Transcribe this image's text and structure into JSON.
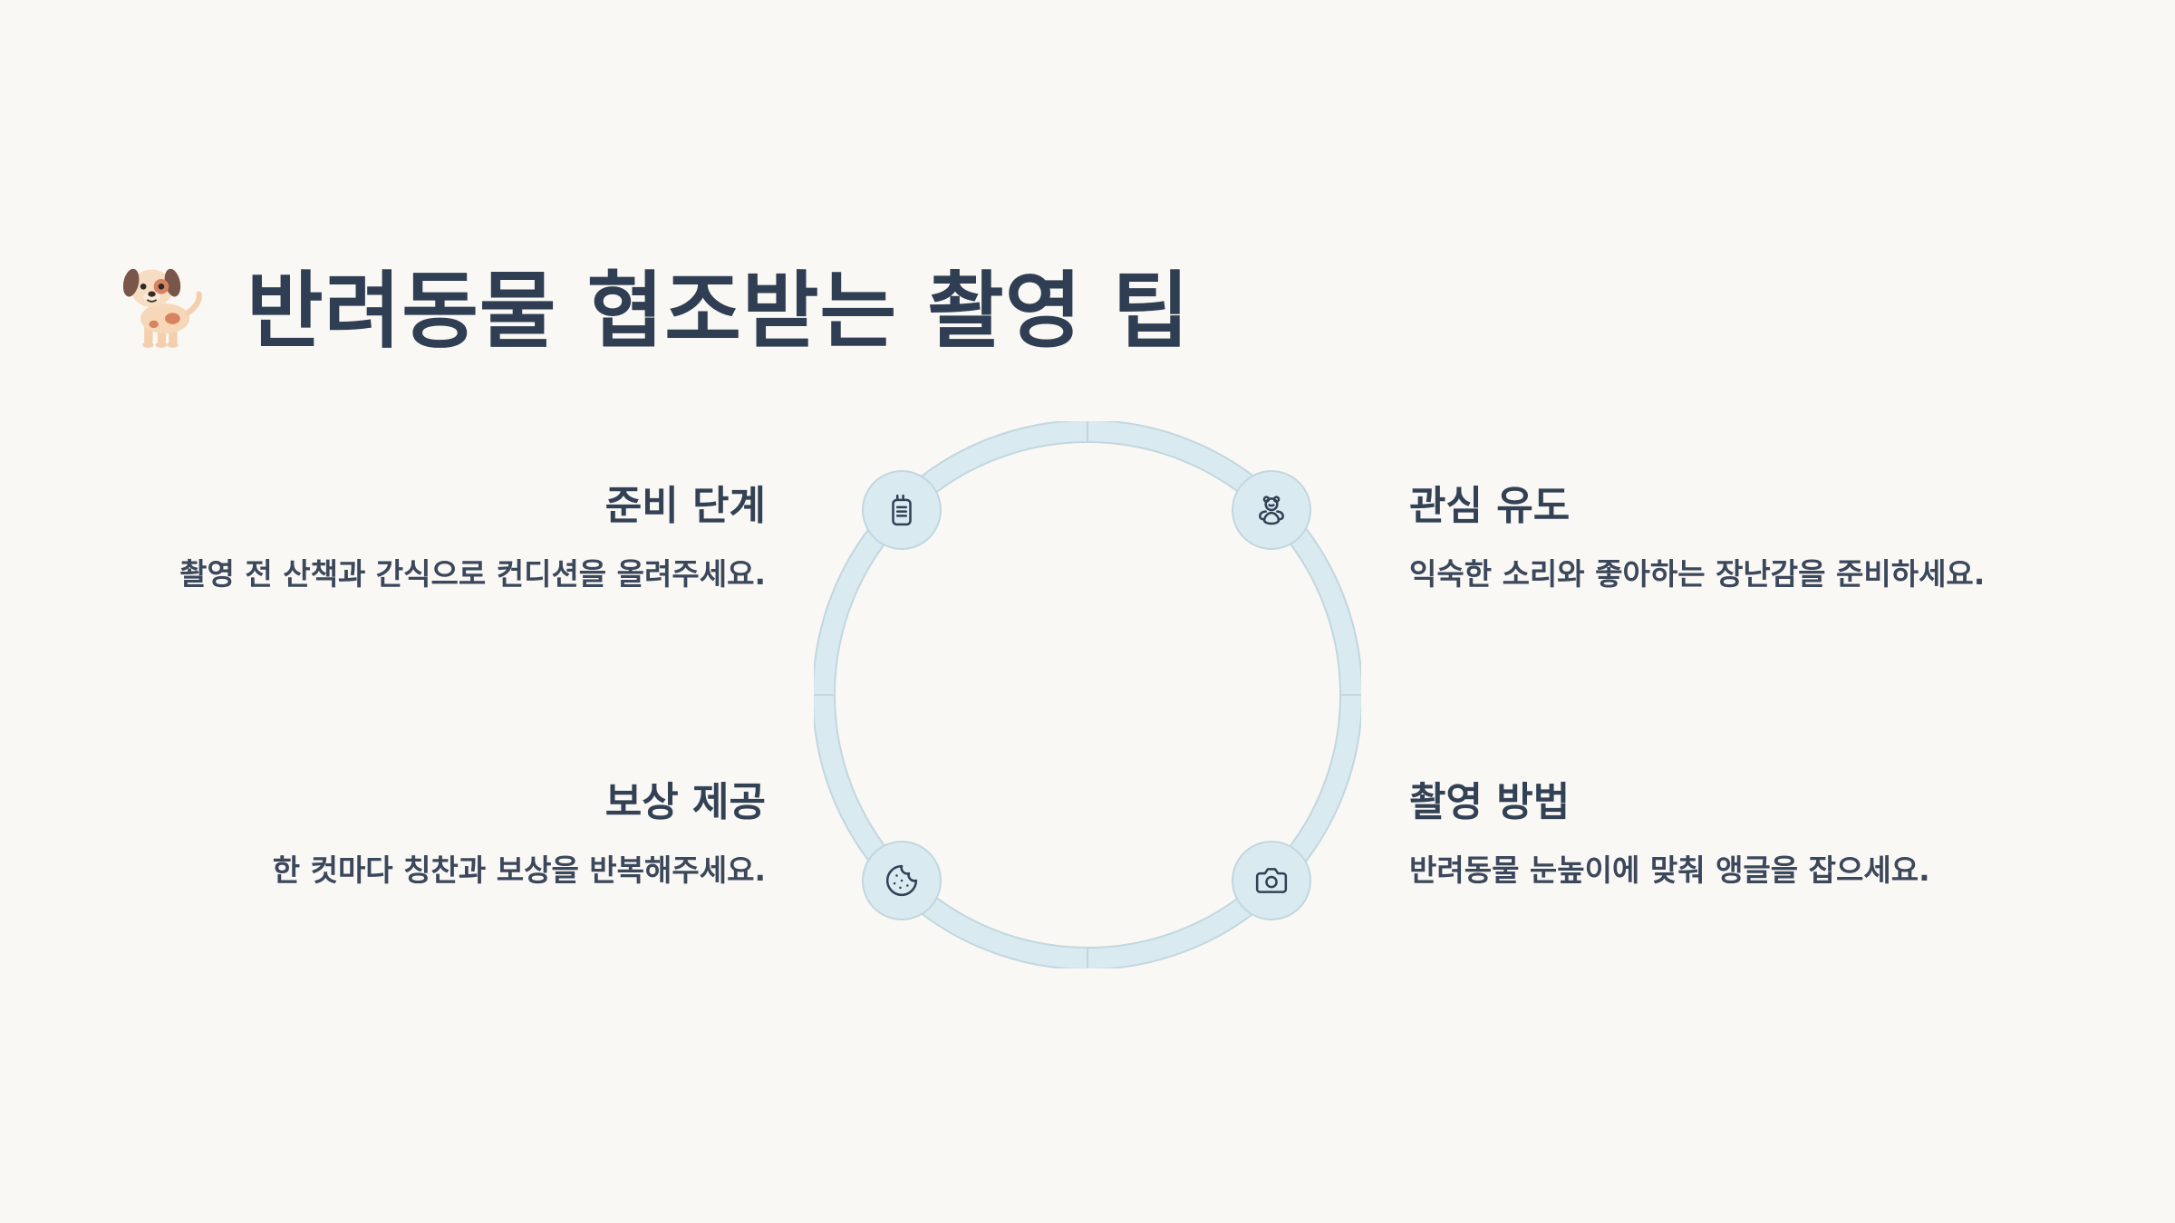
{
  "title": {
    "text": "반려동물 협조받는 촬영 팁",
    "emoji_icon": "dog-icon"
  },
  "cycle": {
    "ring_color": "#d9eaf0",
    "ring_stroke_color": "#c2d7de",
    "steps": [
      {
        "title": "준비 단계",
        "description": "촬영 전 산책과 간식으로 컨디션을 올려주세요.",
        "icon": "walkie-talkie-icon"
      },
      {
        "title": "관심 유도",
        "description": "익숙한 소리와 좋아하는 장난감을 준비하세요.",
        "icon": "teddy-bear-icon"
      },
      {
        "title": "촬영 방법",
        "description": "반려동물 눈높이에 맞춰 앵글을 잡으세요.",
        "icon": "camera-icon"
      },
      {
        "title": "보상 제공",
        "description": "한 컷마다 칭찬과 보상을 반복해주세요.",
        "icon": "cookie-icon"
      }
    ]
  }
}
